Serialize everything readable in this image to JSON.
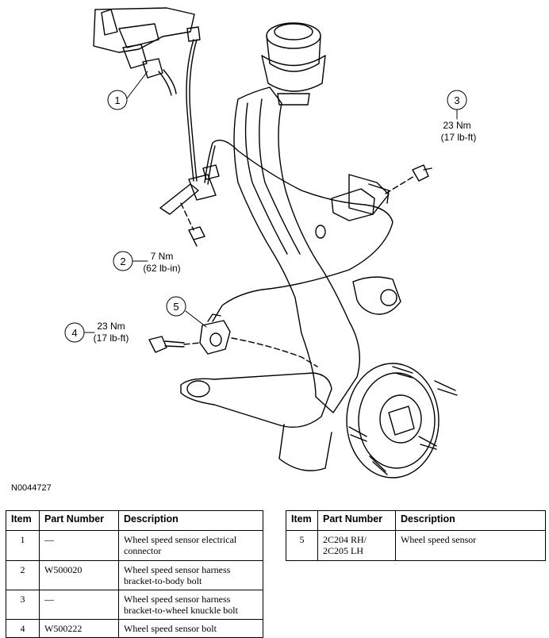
{
  "figure": {
    "id": "N0044727",
    "callouts": [
      {
        "num": "1",
        "torque": []
      },
      {
        "num": "2",
        "torque": [
          "7 Nm",
          "(62 lb-in)"
        ]
      },
      {
        "num": "3",
        "torque": [
          "23 Nm",
          "(17 lb-ft)"
        ]
      },
      {
        "num": "4",
        "torque": [
          "23 Nm",
          "(17 lb-ft)"
        ]
      },
      {
        "num": "5",
        "torque": []
      }
    ]
  },
  "table": {
    "headers": [
      "Item",
      "Part Number",
      "Description"
    ],
    "rows": [
      {
        "item": "1",
        "part": "—",
        "desc": [
          "Wheel speed sensor electrical",
          "connector"
        ]
      },
      {
        "item": "2",
        "part": "W500020",
        "desc": [
          "Wheel speed sensor harness",
          "bracket-to-body bolt"
        ]
      },
      {
        "item": "3",
        "part": "—",
        "desc": [
          "Wheel speed sensor harness",
          "bracket-to-wheel knuckle bolt"
        ]
      },
      {
        "item": "4",
        "part": "W500222",
        "desc": [
          "Wheel speed sensor bolt"
        ]
      },
      {
        "item": "5",
        "part": [
          "2C204 RH/",
          "2C205 LH"
        ],
        "desc": [
          "Wheel speed sensor"
        ]
      }
    ]
  }
}
